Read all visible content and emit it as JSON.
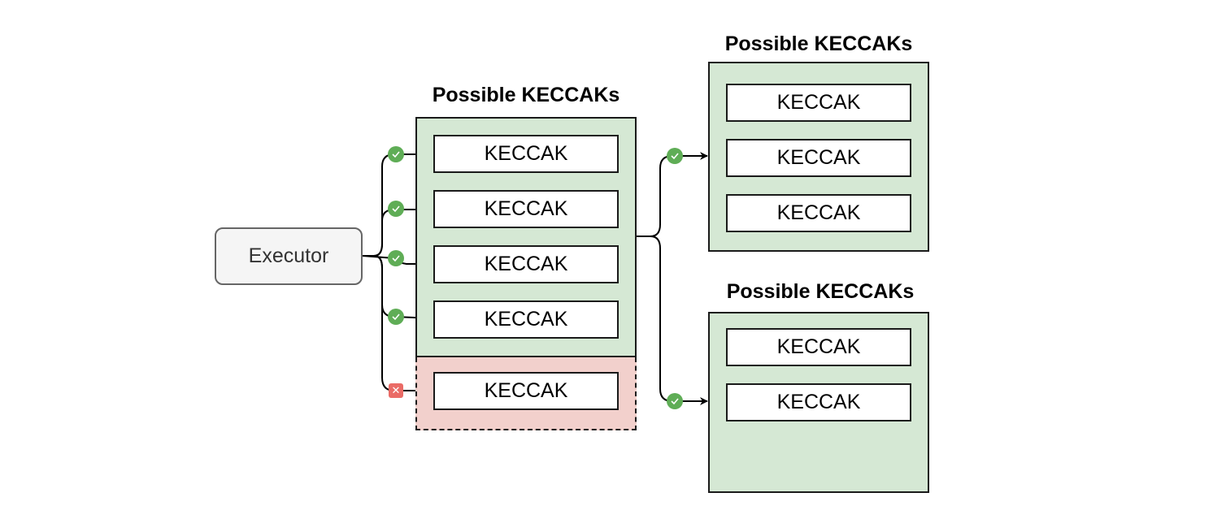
{
  "executor": {
    "label": "Executor"
  },
  "groups": [
    {
      "title": "Possible KECCAKs",
      "items": [
        "KECCAK",
        "KECCAK",
        "KECCAK",
        "KECCAK"
      ],
      "rejected_items": [
        "KECCAK"
      ]
    },
    {
      "title": "Possible KECCAKs",
      "items": [
        "KECCAK",
        "KECCAK",
        "KECCAK"
      ]
    },
    {
      "title": "Possible KECCAKs",
      "items": [
        "KECCAK",
        "KECCAK"
      ]
    }
  ],
  "status_icons": {
    "accepted": "check-circle-icon",
    "rejected": "x-square-icon",
    "accepted_glyph": "✓",
    "rejected_glyph": "✕"
  },
  "colors": {
    "group_fill": "#d5e8d4",
    "rejected_fill": "#f2d0cc",
    "accepted_badge": "#5fad56",
    "rejected_badge": "#ea6b66",
    "executor_fill": "#f5f5f5"
  }
}
